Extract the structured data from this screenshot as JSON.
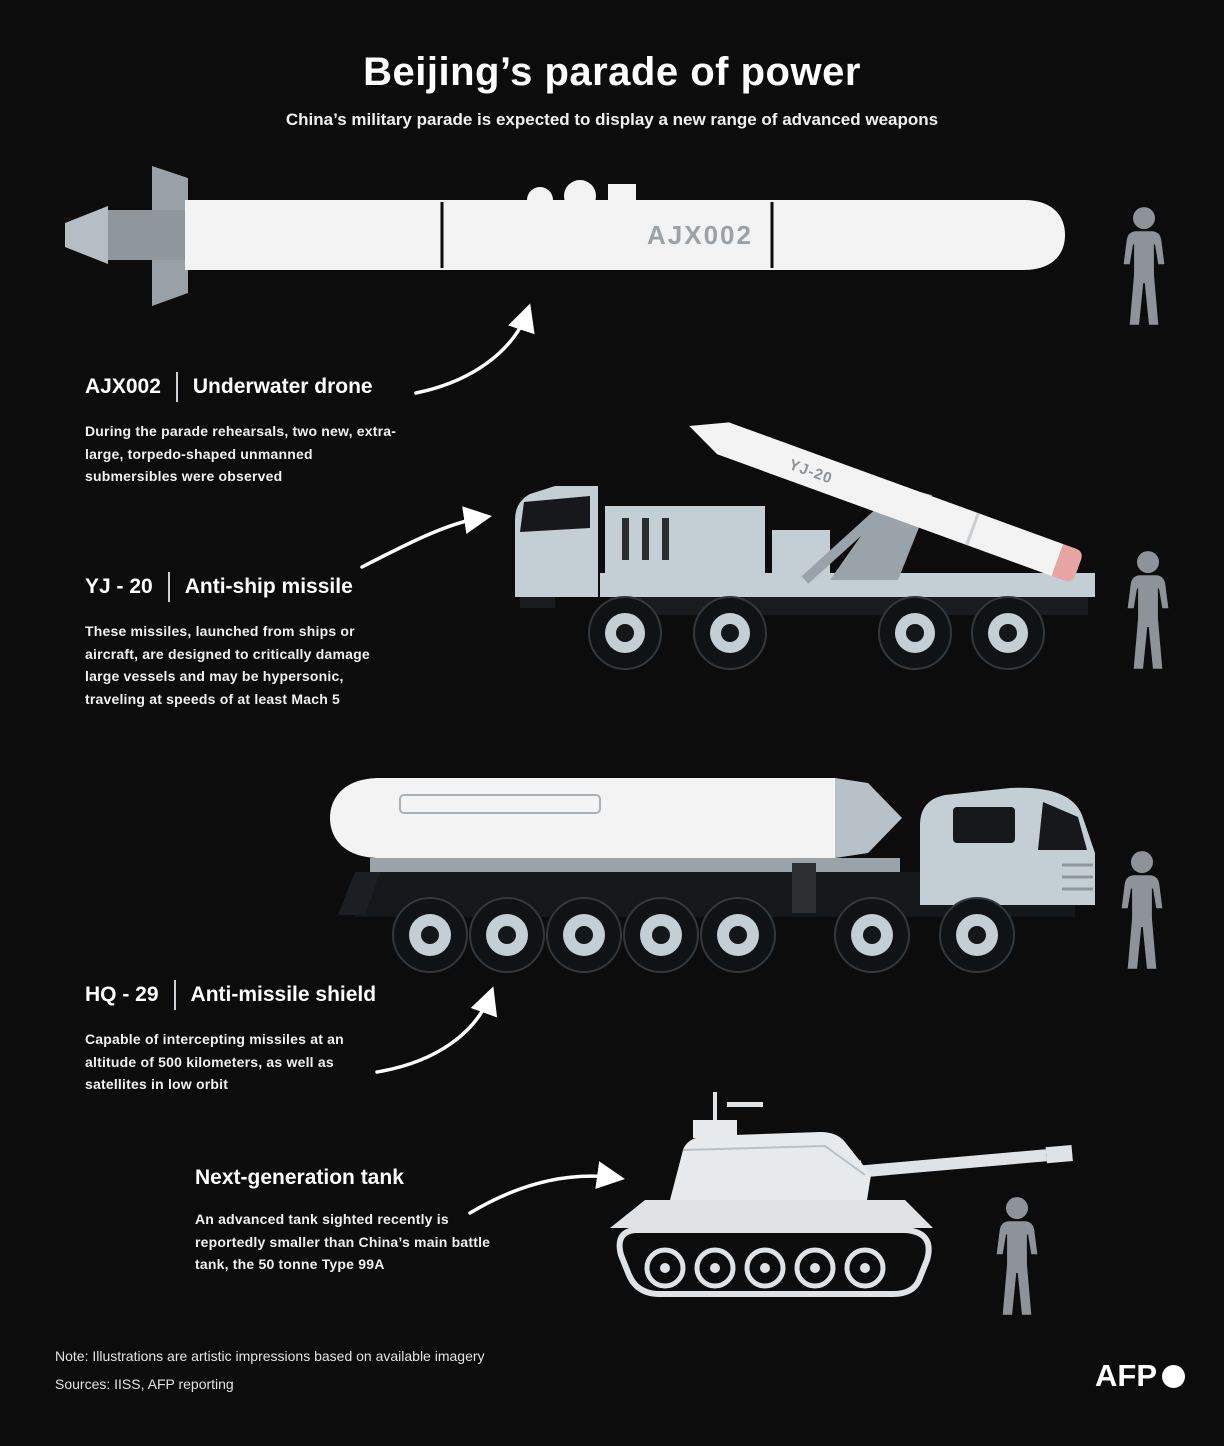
{
  "header": {
    "title": "Beijing’s parade of power",
    "subtitle": "China’s military parade is expected to display a new range of advanced weapons"
  },
  "sections": {
    "ajx002": {
      "name": "AJX002",
      "category": "Underwater drone",
      "description": "During the parade rehearsals, two new, extra-large, torpedo-shaped unmanned submersibles were observed",
      "vehicle_label": "AJX002"
    },
    "yj20": {
      "name": "YJ - 20",
      "category": "Anti-ship missile",
      "description": "These missiles, launched from ships or aircraft, are designed to critically damage large vessels and may be hypersonic, traveling at speeds of at least Mach 5",
      "vehicle_label": "YJ-20"
    },
    "hq29": {
      "name": "HQ - 29",
      "category": "Anti-missile shield",
      "description": "Capable of intercepting missiles at an altitude of 500 kilometers, as well as satellites in low orbit"
    },
    "tank": {
      "name": "Next-generation tank",
      "description": "An advanced tank sighted recently is reportedly smaller than China’s main battle tank, the 50 tonne Type 99A"
    }
  },
  "footer": {
    "note": "Note: Illustrations are artistic impressions based on available imagery",
    "sources": "Sources: IISS, AFP reporting",
    "logo_text": "AFP"
  },
  "colors": {
    "background": "#0c0c0c",
    "vehicle_gray": "#c4ced5",
    "vehicle_white": "#f2f3f2",
    "tank_white": "#e6eaec",
    "silhouette_gray": "#8d9399",
    "missile_tip_pink": "#e7a6a4",
    "label_gray": "#9aa1a7",
    "text_white": "#ffffff"
  }
}
